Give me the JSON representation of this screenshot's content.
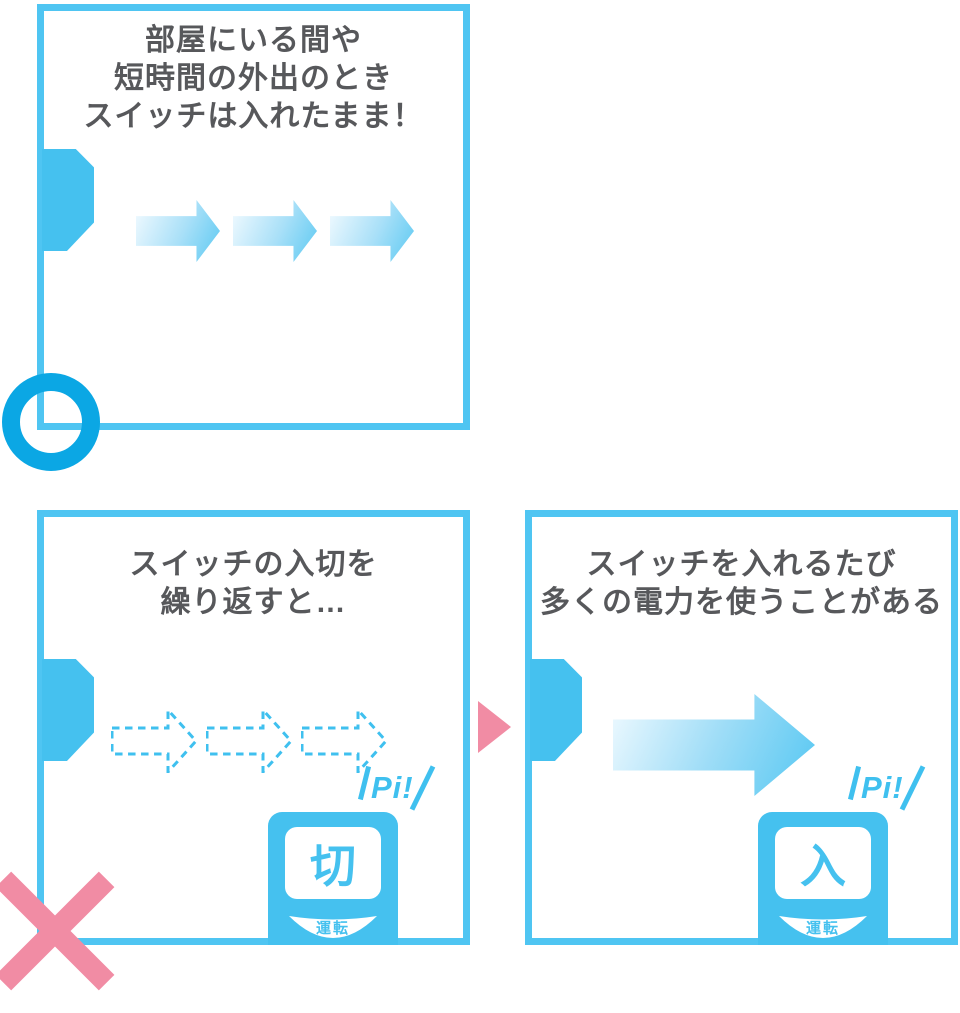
{
  "colors": {
    "panel_border": "#4FC5F2",
    "accent_blue": "#45C1EF",
    "ok_circle_blue": "#0BA7E4",
    "ng_pink": "#F18CA4",
    "title_text": "#57585B"
  },
  "panel_keep_on": {
    "lines": [
      "部屋にいる間や",
      "短時間の外出のとき",
      "スイッチは入れたまま！"
    ],
    "mark_icon": "circle-ok-icon",
    "arrow_icon": "solid-gradient-arrow"
  },
  "panel_repeat": {
    "lines": [
      "スイッチの入切を",
      "繰り返すと…"
    ],
    "arrow_icon": "dashed-outline-arrow",
    "sound": "Pi!",
    "remote_display": "切",
    "remote_button": "運転",
    "mark_icon": "cross-ng-icon"
  },
  "panel_power": {
    "lines": [
      "スイッチを入れるたび",
      "多くの電力を使うことがある"
    ],
    "arrow_icon": "big-gradient-arrow",
    "sound": "Pi!",
    "remote_display": "入",
    "remote_button": "運転"
  },
  "connector_icon": "pink-right-triangle"
}
